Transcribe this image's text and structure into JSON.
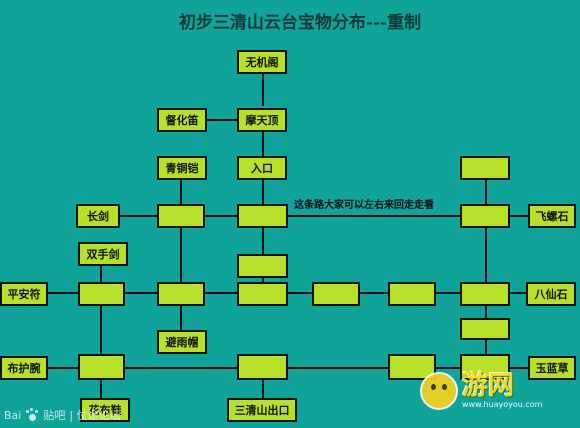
{
  "title": "初步三清山云台宝物分布---重制",
  "note": "这条路大家可以左右来回走走看",
  "nodes": {
    "wujige": "无机阁",
    "duhuadi": "督化笛",
    "motianding": "摩天顶",
    "qingtongkai": "青铜铠",
    "rukou": "入口",
    "changjian": "长剑",
    "shuangshoujian": "双手剑",
    "pinganfu": "平安符",
    "bihumao": "避雨帽",
    "buhuwan": "布护腕",
    "huabuxie": "花布鞋",
    "chukou": "三清山出口",
    "feiluoshi": "飞螺石",
    "baxianshi": "八仙石",
    "yulancao": "玉蓝草"
  },
  "watermarks": {
    "left_brand": "Bai",
    "left_tieba": "贴吧",
    "left_sub": "| 仗途论坛",
    "right_main": "游网",
    "right_url": "www.huayoyou.com"
  }
}
